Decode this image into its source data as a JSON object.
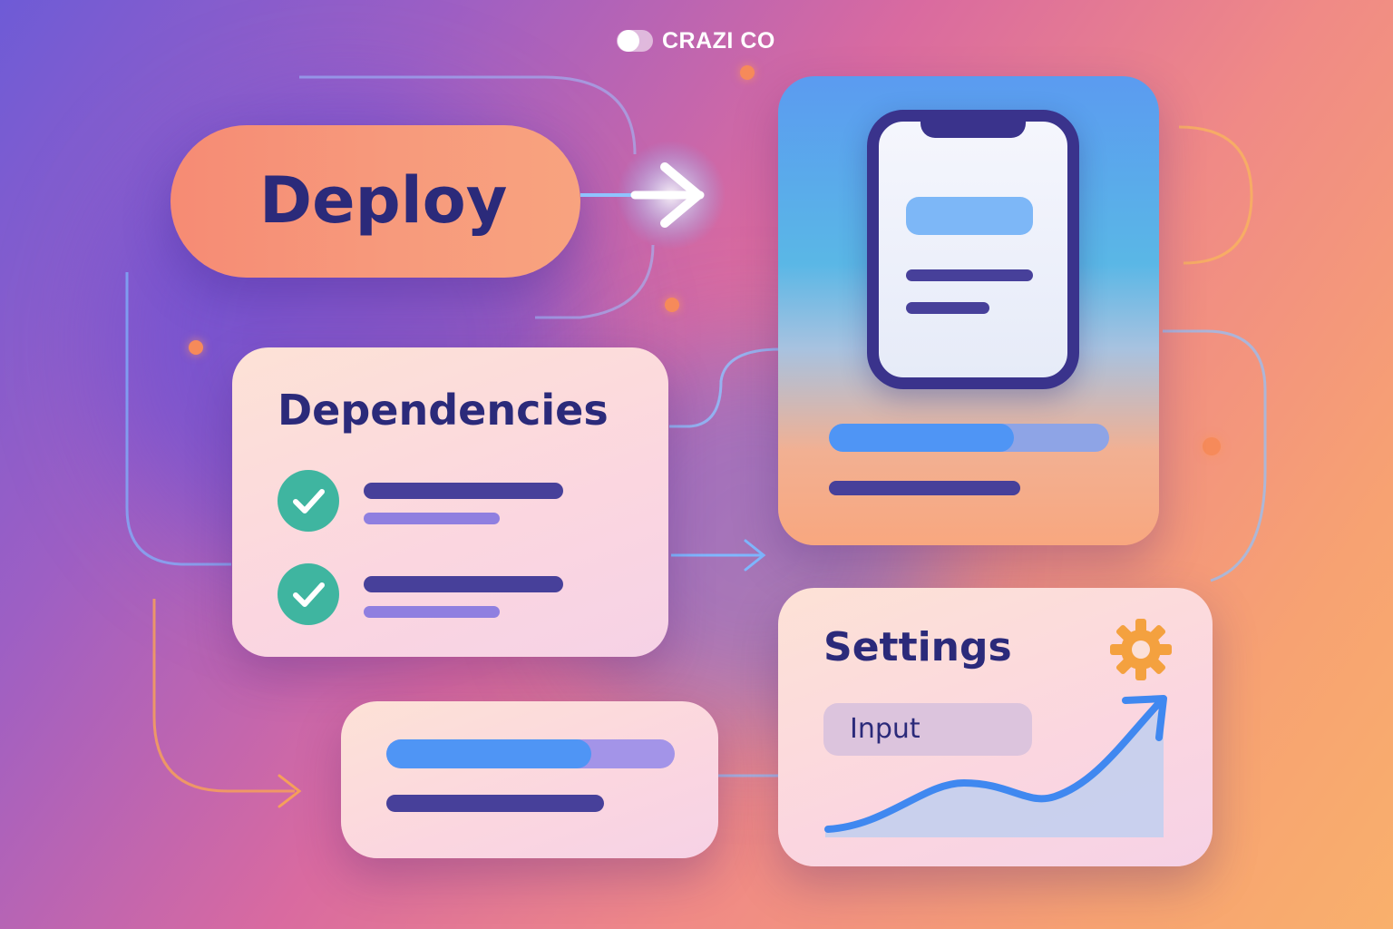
{
  "brand": {
    "name": "CRAZI CO",
    "logo_icon": "toggle-pill-logo"
  },
  "deploy": {
    "label": "Deploy",
    "arrow_icon": "arrow-right-icon"
  },
  "dependencies": {
    "title": "Dependencies",
    "items": [
      {
        "icon": "check-circle-icon"
      },
      {
        "icon": "check-circle-icon"
      }
    ]
  },
  "phone_card": {
    "progress": 0.66
  },
  "progress_card": {
    "progress": 0.71
  },
  "settings": {
    "title": "Settings",
    "input_value": "Input",
    "gear_icon": "gear-icon",
    "trend_icon": "trend-up-arrow-icon"
  },
  "colors": {
    "navy": "#2b2a7a",
    "accent_blue": "#4f95f5",
    "accent_orange": "#f68a5a",
    "check_teal": "#3fb5a0"
  }
}
